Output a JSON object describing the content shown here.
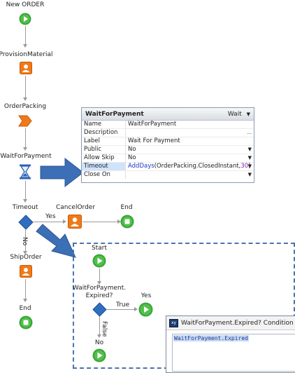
{
  "flow": {
    "new_order": "New ORDER",
    "provision_material": "ProvisionMaterial",
    "order_packing": "OrderPacking",
    "wait_for_payment": "WaitForPayment",
    "timeout": "Timeout",
    "cancel_order": "CancelOrder",
    "end_top": "End",
    "yes": "Yes",
    "no": "No",
    "ship_order": "ShipOrder",
    "end_bottom": "End"
  },
  "panel": {
    "title": "WaitForPayment",
    "type": "Wait",
    "dropdown": "▼",
    "rows": [
      {
        "key": "Name",
        "value": "WaitForPayment"
      },
      {
        "key": "Description",
        "value": "",
        "extra": "..."
      },
      {
        "key": "Label",
        "value": "Wait For Payment"
      },
      {
        "key": "Public",
        "value": "No"
      },
      {
        "key": "Allow Skip",
        "value": "No"
      },
      {
        "key": "Timeout",
        "value_fn": "AddDays",
        "value_rest": "(OrderPacking.ClosedInstant,",
        "value_num": "30",
        "value_close": ")"
      },
      {
        "key": "Close On",
        "value": ""
      }
    ]
  },
  "detail": {
    "start": "Start",
    "decision_line1": "WaitForPayment.",
    "decision_line2": "Expired?",
    "true_label": "True",
    "yes": "Yes",
    "false_label": "False",
    "no": "No"
  },
  "dialog": {
    "title": "WaitForPayment.Expired? Condition",
    "icon": "xy",
    "text": "WaitForPayment.Expired"
  },
  "colors": {
    "start_green": "#3aa63a",
    "task_orange": "#f07a18",
    "decision_blue": "#2f6fc0",
    "hourglass_blue": "#2b63b6",
    "arrow_blue": "#3d6fb6"
  }
}
